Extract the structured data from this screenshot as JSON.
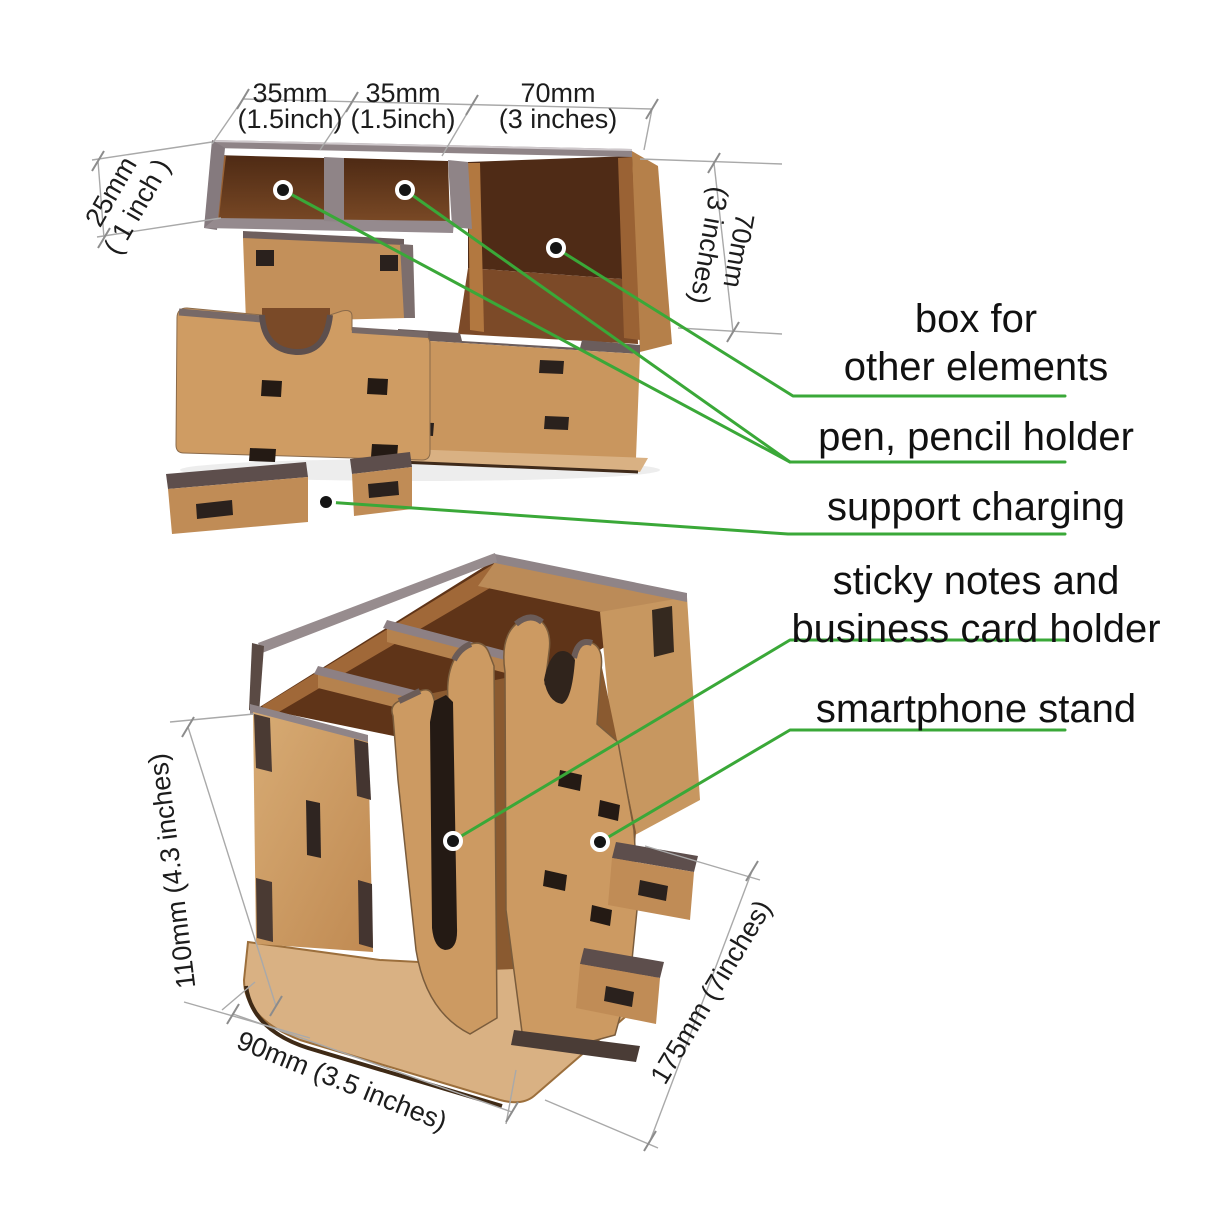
{
  "figure": {
    "kind": "product dimension diagram",
    "product": "wooden desk organizer / smartphone stand",
    "views": [
      "top assembled organizer with pen compartments",
      "organizer end view with smartphone stand"
    ]
  },
  "colors": {
    "background": "#ffffff",
    "leader_green": "#3aa838",
    "dimension_line": "#a9a9a9",
    "tick": "#8c8c8c",
    "text": "#1c1c1c",
    "wood_light": "#d2a26c",
    "wood_mid": "#c3905a",
    "wood_dark": "#a87743",
    "interior_dark": "#5e3318",
    "interior_mid": "#7b4a26",
    "laminate_gray": "#8f8487",
    "laminate_dark": "#5d4e4c",
    "tenon_dark": "#2a211d",
    "dot_fill": "#151515",
    "dot_ring": "#ffffff"
  },
  "top_view": {
    "dims": {
      "slot1": {
        "value": "35mm",
        "unit": "(1.5inch)"
      },
      "slot2": {
        "value": "35mm",
        "unit": "(1.5inch)"
      },
      "box_w": {
        "value": "70mm",
        "unit": "(3 inches)"
      },
      "wall_h": {
        "value": "25mm",
        "unit": "( 1 inch )"
      },
      "box_d": {
        "value": "70mm",
        "unit": "(3 inches)"
      }
    }
  },
  "bottom_view": {
    "dims": {
      "height": {
        "text": "110mm (4.3 inches)"
      },
      "width": {
        "text": "90mm (3.5 inches)"
      },
      "length": {
        "text": "175mm (7inches)"
      }
    }
  },
  "callouts": {
    "box": {
      "line1": "box for",
      "line2": "other elements"
    },
    "pen": {
      "text": "pen, pencil holder"
    },
    "charging": {
      "text": "support charging"
    },
    "sticky": {
      "line1": "sticky notes and",
      "line2": "business card holder"
    },
    "phone": {
      "text": "smartphone stand"
    }
  }
}
